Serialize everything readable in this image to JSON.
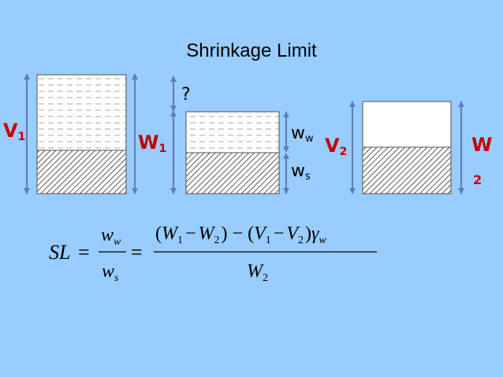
{
  "title": "Shrinkage Limit",
  "question_mark": "?",
  "labels": {
    "v1_main": "V",
    "v1_sub": "1",
    "w1_main": "W",
    "w1_sub": "1",
    "ww_main": "w",
    "ww_sub": "w",
    "ws_main": "w",
    "ws_sub": "s",
    "v2_main": "V",
    "v2_sub": "2",
    "w2_main": "W",
    "w2_sub": "2"
  },
  "formula": {
    "lhs": "SL",
    "eq": "=",
    "frac1_num_main": "w",
    "frac1_num_sub": "w",
    "frac1_den_main": "w",
    "frac1_den_sub": "s",
    "numerator": {
      "open1": "(",
      "W1": "W",
      "W1_sub": "1",
      "minus1": "−",
      "W2": "W",
      "W2_sub": "2",
      "close1": ")",
      "minus2": "−",
      "open2": "(",
      "V1": "V",
      "V1_sub": "1",
      "minus3": "−",
      "V2": "V",
      "V2_sub": "2",
      "close2": ")",
      "gamma": "γ",
      "gamma_sub": "w"
    },
    "denominator_main": "W",
    "denominator_sub": "2"
  },
  "colors": {
    "background": "#99CCFF",
    "arrow": "#5B7DB5",
    "label_red": "#C00000",
    "box_border": "#505050",
    "water_fill": "#FFFFFF",
    "dash": "#A8A8A8",
    "hatch": "#333333"
  }
}
